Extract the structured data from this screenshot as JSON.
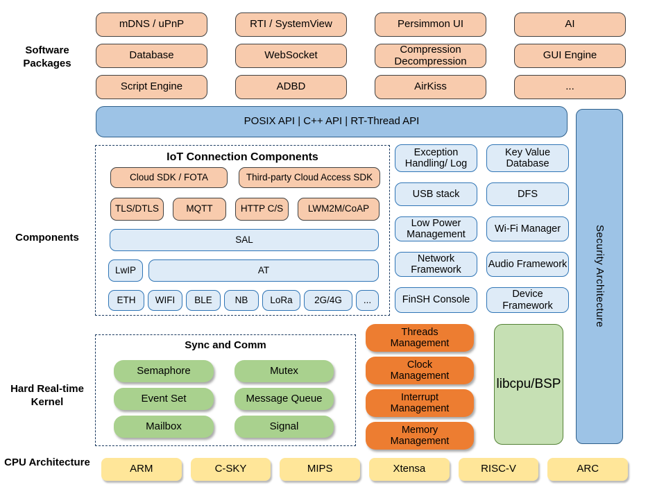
{
  "labels": {
    "software_packages": "Software Packages",
    "components": "Components",
    "kernel": "Hard Real-time Kernel",
    "cpu": "CPU Architecture"
  },
  "software_packages": {
    "rows": [
      [
        "mDNS / uPnP",
        "RTI / SystemView",
        "Persimmon UI",
        "AI"
      ],
      [
        "Database",
        "WebSocket",
        "Compression Decompression",
        "GUI Engine"
      ],
      [
        "Script Engine",
        "ADBD",
        "AirKiss",
        "..."
      ]
    ]
  },
  "api_bar": {
    "label": "POSIX API | C++ API | RT-Thread API"
  },
  "security_bar": {
    "label": "Security Architecture"
  },
  "iot": {
    "title": "IoT Connection Components",
    "row1": [
      "Cloud SDK / FOTA",
      "Third-party Cloud Access SDK"
    ],
    "row2": [
      "TLS/DTLS",
      "MQTT",
      "HTTP C/S",
      "LWM2M/CoAP"
    ],
    "sal": "SAL",
    "lwip": "LwIP",
    "at": "AT",
    "links": [
      "ETH",
      "WIFI",
      "BLE",
      "NB",
      "LoRa",
      "2G/4G",
      "..."
    ]
  },
  "components": {
    "rows": [
      [
        "Exception Handling/ Log",
        "Key Value Database"
      ],
      [
        "USB stack",
        "DFS"
      ],
      [
        "Low Power Management",
        "Wi-Fi Manager"
      ],
      [
        "Network Framework",
        "Audio Framework"
      ],
      [
        "FinSH Console",
        "Device Framework"
      ]
    ]
  },
  "kernel": {
    "sync_title": "Sync and Comm",
    "sync_rows": [
      [
        "Semaphore",
        "Mutex"
      ],
      [
        "Event Set",
        "Message Queue"
      ],
      [
        "Mailbox",
        "Signal"
      ]
    ],
    "mgmt": [
      "Threads Management",
      "Clock Management",
      "Interrupt Management",
      "Memory Management"
    ],
    "libcpu": "libcpu/BSP"
  },
  "cpu": {
    "items": [
      "ARM",
      "C-SKY",
      "MIPS",
      "Xtensa",
      "RISC-V",
      "ARC"
    ]
  },
  "colors": {
    "package_fill": "#F8CBAD",
    "package_border": "#404040",
    "api_fill": "#9DC3E6",
    "api_border": "#2E5F8A",
    "component_fill": "#DEEBF7",
    "component_border": "#2E74B5",
    "sync_fill": "#A9D18E",
    "mgmt_fill": "#ED7D31",
    "libcpu_fill": "#C6E0B4",
    "libcpu_border": "#538135",
    "cpu_fill": "#FFE699",
    "dashed_border": "#17375E"
  }
}
